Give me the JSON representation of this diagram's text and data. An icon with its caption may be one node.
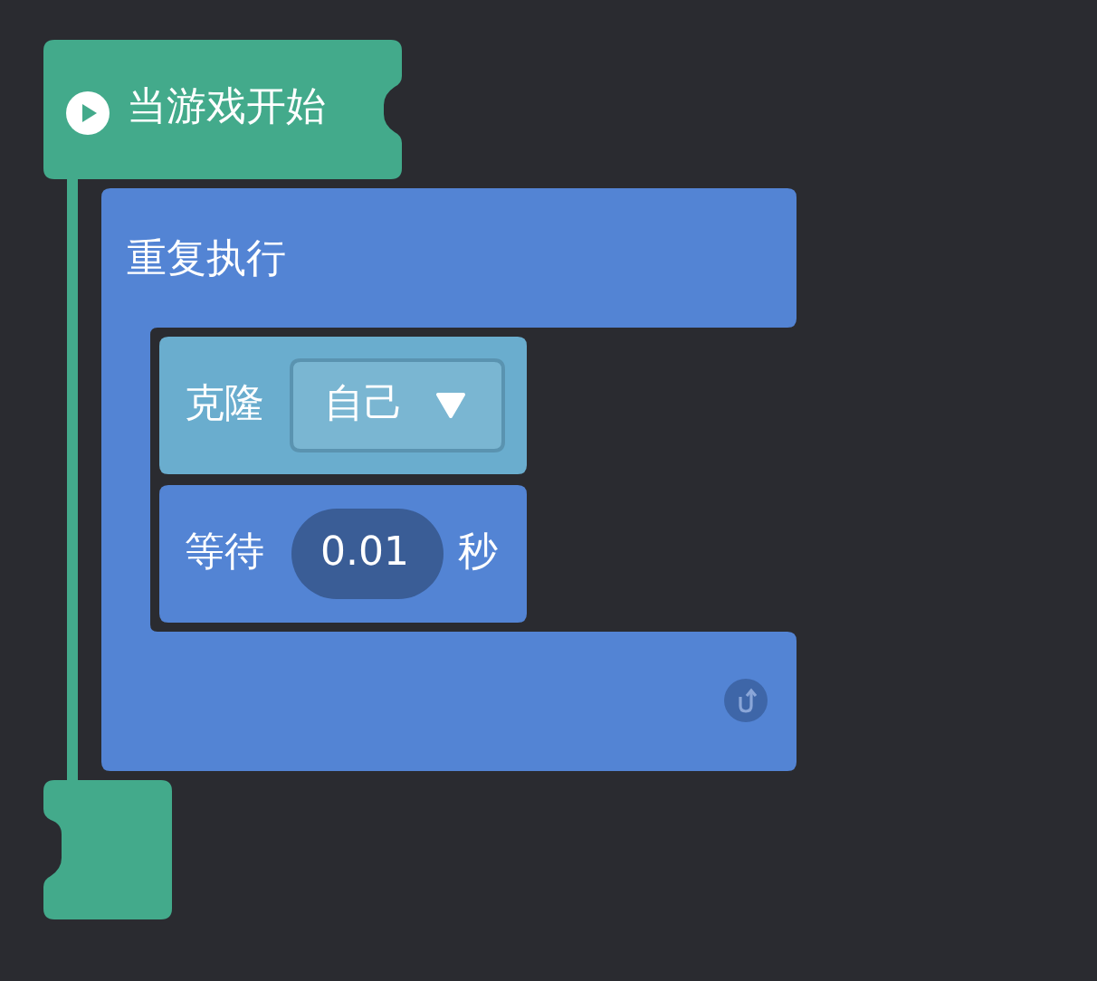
{
  "diagram": {
    "nodes": [
      {
        "text": [
          "当游戏开始"
        ]
      },
      {
        "text": [
          "重复执行"
        ]
      },
      {
        "text": [
          "克隆"
        ],
        "in": 1
      },
      {
        "text": [
          "自己"
        ],
        "in": 2
      },
      {
        "text": [
          "等待",
          "秒"
        ],
        "in": 1
      },
      {
        "text": [
          "0.01"
        ],
        "in": 4
      },
      {
        "text": [],
        "shape": "box"
      }
    ],
    "edges": [
      {
        "from": 0,
        "to": 6,
        "arrow": "none"
      }
    ]
  }
}
